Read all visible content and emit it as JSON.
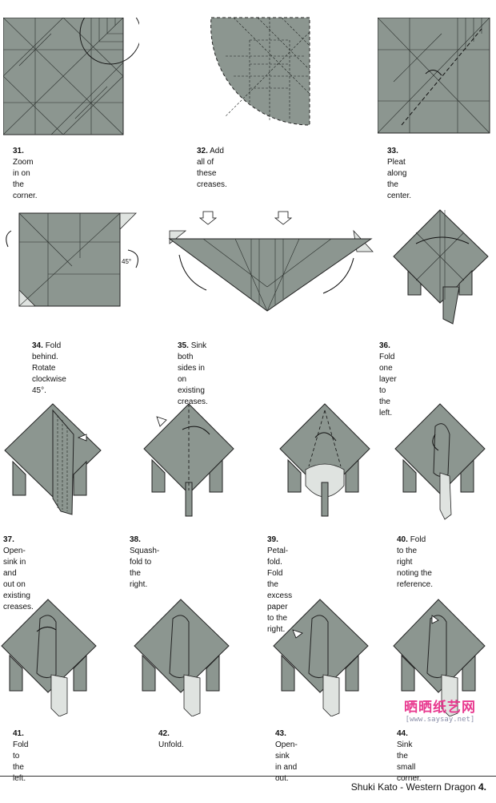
{
  "steps": [
    {
      "num": "31.",
      "text": "Zoom in on the corner."
    },
    {
      "num": "32.",
      "text": "Add all of these creases."
    },
    {
      "num": "33.",
      "text": "Pleat along the center."
    },
    {
      "num": "34.",
      "text": "Fold behind. Rotate\n clockwise 45°."
    },
    {
      "num": "35.",
      "text": "Sink both sides in on existing creases."
    },
    {
      "num": "36.",
      "text": "Fold one layer to the left."
    },
    {
      "num": "37.",
      "text": "Open-sink in and\nout on existing creases."
    },
    {
      "num": "38.",
      "text": "Squash-fold to the right."
    },
    {
      "num": "39.",
      "text": "Petal-fold. Fold the\nexcess paper to the right."
    },
    {
      "num": "40.",
      "text": "Fold to the right\nnoting the reference."
    },
    {
      "num": "41.",
      "text": "Fold to the left."
    },
    {
      "num": "42.",
      "text": "Unfold."
    },
    {
      "num": "43.",
      "text": "Open-sink in and out."
    },
    {
      "num": "44.",
      "text": "Sink the small corner."
    }
  ],
  "rotate_label": "45°",
  "footer": {
    "title": "Shuki Kato - Western Dragon",
    "page": "4."
  },
  "watermark": {
    "chinese": "晒晒纸艺网",
    "url": "[www.saysay.net]"
  },
  "colors": {
    "paper": "#8c9690",
    "paper_light": "#dfe3e0",
    "line": "#2a2f2c"
  }
}
